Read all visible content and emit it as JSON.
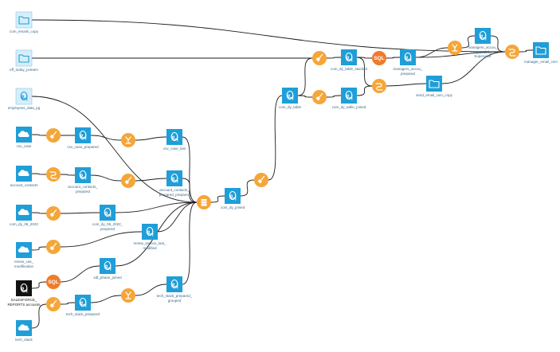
{
  "colors": {
    "dataset": "#1f9ed8",
    "dataset_pale": "#d6eef9",
    "dataset_border": "#8cc6e4",
    "recipe": "#f5a638",
    "sql": "#f07b2a",
    "edge": "#1d1d1d",
    "label": "#3a6a8a",
    "black_node": "#111111"
  },
  "datasets": [
    {
      "id": "d_com_emails",
      "label": "com_emails_copy",
      "icon": "folder-icon",
      "style": "pale"
    },
    {
      "id": "d_eff_today",
      "label": "eff_today_pcteam",
      "icon": "folder-icon",
      "style": "pale"
    },
    {
      "id": "d_employees",
      "label": "employees_data_pg",
      "icon": "database-icon",
      "style": "pale"
    },
    {
      "id": "d_csv_case",
      "label": "csv_case",
      "icon": "cloud-icon",
      "style": "solid"
    },
    {
      "id": "d_account_contacts",
      "label": "account_contacts",
      "icon": "cloud-icon",
      "style": "solid"
    },
    {
      "id": "d_com_dy",
      "label": "com_dy_06_2022",
      "icon": "cloud-icon",
      "style": "solid"
    },
    {
      "id": "d_renew",
      "label": "renew_cas_\nmodification",
      "icon": "cloud-icon",
      "style": "solid"
    },
    {
      "id": "d_salesforce",
      "label": "SALESFORCE_\nREPORTS accounts",
      "icon": "database-icon",
      "style": "black"
    },
    {
      "id": "d_tech_stack",
      "label": "tech_stack",
      "icon": "cloud-icon",
      "style": "solid"
    },
    {
      "id": "d_csv_case_prep",
      "label": "csv_case_prepared",
      "icon": "database-icon",
      "style": "solid"
    },
    {
      "id": "d_csv_case_last",
      "label": "csv_case_last",
      "icon": "database-icon",
      "style": "solid"
    },
    {
      "id": "d_acc_contacts_prep",
      "label": "account_contacts_\nprepared",
      "icon": "database-icon",
      "style": "solid"
    },
    {
      "id": "d_acc_contacts_prep2",
      "label": "account_contacts_\nprepared_prepared",
      "icon": "database-icon",
      "style": "solid"
    },
    {
      "id": "d_com_dy_prep",
      "label": "com_dy_06_2022_\nprepared",
      "icon": "database-icon",
      "style": "solid"
    },
    {
      "id": "d_renew_modified",
      "label": "renew_section_last_\nmodified",
      "icon": "database-icon",
      "style": "solid"
    },
    {
      "id": "d_sdt_phase",
      "label": "sdt_phase_joined",
      "icon": "database-icon",
      "style": "solid"
    },
    {
      "id": "d_tech_stack_prep",
      "label": "tech_stack_prepared",
      "icon": "database-icon",
      "style": "solid"
    },
    {
      "id": "d_tech_stack_grouped",
      "label": "tech_stack_prepared_\ngrouped",
      "icon": "database-icon",
      "style": "solid"
    },
    {
      "id": "d_com_dy_joined",
      "label": "com_dy_joined",
      "icon": "database-icon",
      "style": "solid"
    },
    {
      "id": "d_com_dy_table",
      "label": "com_dy_table",
      "icon": "database-icon",
      "style": "solid"
    },
    {
      "id": "d_table_stacked",
      "label": "com_dy_table_stacked",
      "icon": "database-icon",
      "style": "solid"
    },
    {
      "id": "d_table_joined",
      "label": "com_dy_table_joined",
      "icon": "database-icon",
      "style": "solid"
    },
    {
      "id": "d_managers_prep",
      "label": "managers_accou_\nprepared",
      "icon": "database-icon",
      "style": "solid"
    },
    {
      "id": "d_send_email",
      "label": "send_email_csm_copy",
      "icon": "folder-icon",
      "style": "solid"
    },
    {
      "id": "d_managers_sup",
      "label": "managers_accou_\nprepared_by_\nSupervisor",
      "icon": "database-icon",
      "style": "solid"
    },
    {
      "id": "d_manager_email",
      "label": "manager_email_csm",
      "icon": "folder-icon",
      "style": "solid"
    }
  ],
  "recipes": [
    {
      "id": "r_prep1",
      "icon": "broom-icon"
    },
    {
      "id": "r_group1",
      "icon": "group-icon"
    },
    {
      "id": "r_join1",
      "icon": "join-icon"
    },
    {
      "id": "r_prep2",
      "icon": "broom-icon"
    },
    {
      "id": "r_prep3",
      "icon": "broom-icon"
    },
    {
      "id": "r_prep4",
      "icon": "broom-icon"
    },
    {
      "id": "r_sql1",
      "icon": "sql-icon",
      "text": "SQL"
    },
    {
      "id": "r_prep5",
      "icon": "broom-icon"
    },
    {
      "id": "r_group2",
      "icon": "group-icon"
    },
    {
      "id": "r_stack",
      "icon": "stack-icon"
    },
    {
      "id": "r_prep6",
      "icon": "broom-icon"
    },
    {
      "id": "r_prep7",
      "icon": "broom-icon"
    },
    {
      "id": "r_prep8",
      "icon": "broom-icon"
    },
    {
      "id": "r_sql2",
      "icon": "sql-icon",
      "text": "SQL"
    },
    {
      "id": "r_join2",
      "icon": "join-icon"
    },
    {
      "id": "r_group3",
      "icon": "group-icon"
    },
    {
      "id": "r_join3",
      "icon": "join-icon"
    }
  ],
  "edges": [
    [
      "d_csv_case",
      "r_prep1"
    ],
    [
      "r_prep1",
      "d_csv_case_prep"
    ],
    [
      "d_csv_case_prep",
      "r_group1"
    ],
    [
      "r_group1",
      "d_csv_case_last"
    ],
    [
      "d_account_contacts",
      "r_join1"
    ],
    [
      "r_join1",
      "d_acc_contacts_prep"
    ],
    [
      "d_acc_contacts_prep",
      "r_prep2"
    ],
    [
      "r_prep2",
      "d_acc_contacts_prep2"
    ],
    [
      "d_com_dy",
      "r_prep3"
    ],
    [
      "r_prep3",
      "d_com_dy_prep"
    ],
    [
      "d_renew",
      "r_prep4"
    ],
    [
      "r_prep4",
      "d_renew_modified"
    ],
    [
      "d_salesforce",
      "r_sql1"
    ],
    [
      "r_sql1",
      "d_sdt_phase"
    ],
    [
      "d_tech_stack",
      "r_prep5"
    ],
    [
      "r_prep5",
      "d_tech_stack_prep"
    ],
    [
      "d_tech_stack_prep",
      "r_group2"
    ],
    [
      "r_group2",
      "d_tech_stack_grouped"
    ],
    [
      "d_employees",
      "r_stack"
    ],
    [
      "d_csv_case_last",
      "r_stack"
    ],
    [
      "d_acc_contacts_prep2",
      "r_stack"
    ],
    [
      "d_com_dy_prep",
      "r_stack"
    ],
    [
      "d_renew_modified",
      "r_stack"
    ],
    [
      "d_sdt_phase",
      "r_stack"
    ],
    [
      "d_tech_stack_grouped",
      "r_stack"
    ],
    [
      "r_stack",
      "d_com_dy_joined"
    ],
    [
      "d_com_dy_joined",
      "r_prep6"
    ],
    [
      "r_prep6",
      "d_com_dy_table"
    ],
    [
      "d_com_dy_table",
      "r_prep7"
    ],
    [
      "d_com_dy_table",
      "r_prep8"
    ],
    [
      "r_prep7",
      "d_table_stacked"
    ],
    [
      "r_prep8",
      "d_table_joined"
    ],
    [
      "d_eff_today",
      "r_prep7"
    ],
    [
      "d_table_stacked",
      "r_sql2"
    ],
    [
      "r_sql2",
      "d_managers_prep"
    ],
    [
      "d_table_stacked",
      "r_join2"
    ],
    [
      "d_table_joined",
      "r_join2"
    ],
    [
      "r_join2",
      "d_send_email"
    ],
    [
      "d_managers_prep",
      "r_group3"
    ],
    [
      "r_group3",
      "d_managers_sup"
    ],
    [
      "d_managers_prep",
      "r_join3"
    ],
    [
      "d_managers_sup",
      "r_join3"
    ],
    [
      "d_send_email",
      "r_join3"
    ],
    [
      "d_com_emails",
      "r_join3"
    ],
    [
      "r_join3",
      "d_manager_email"
    ]
  ]
}
